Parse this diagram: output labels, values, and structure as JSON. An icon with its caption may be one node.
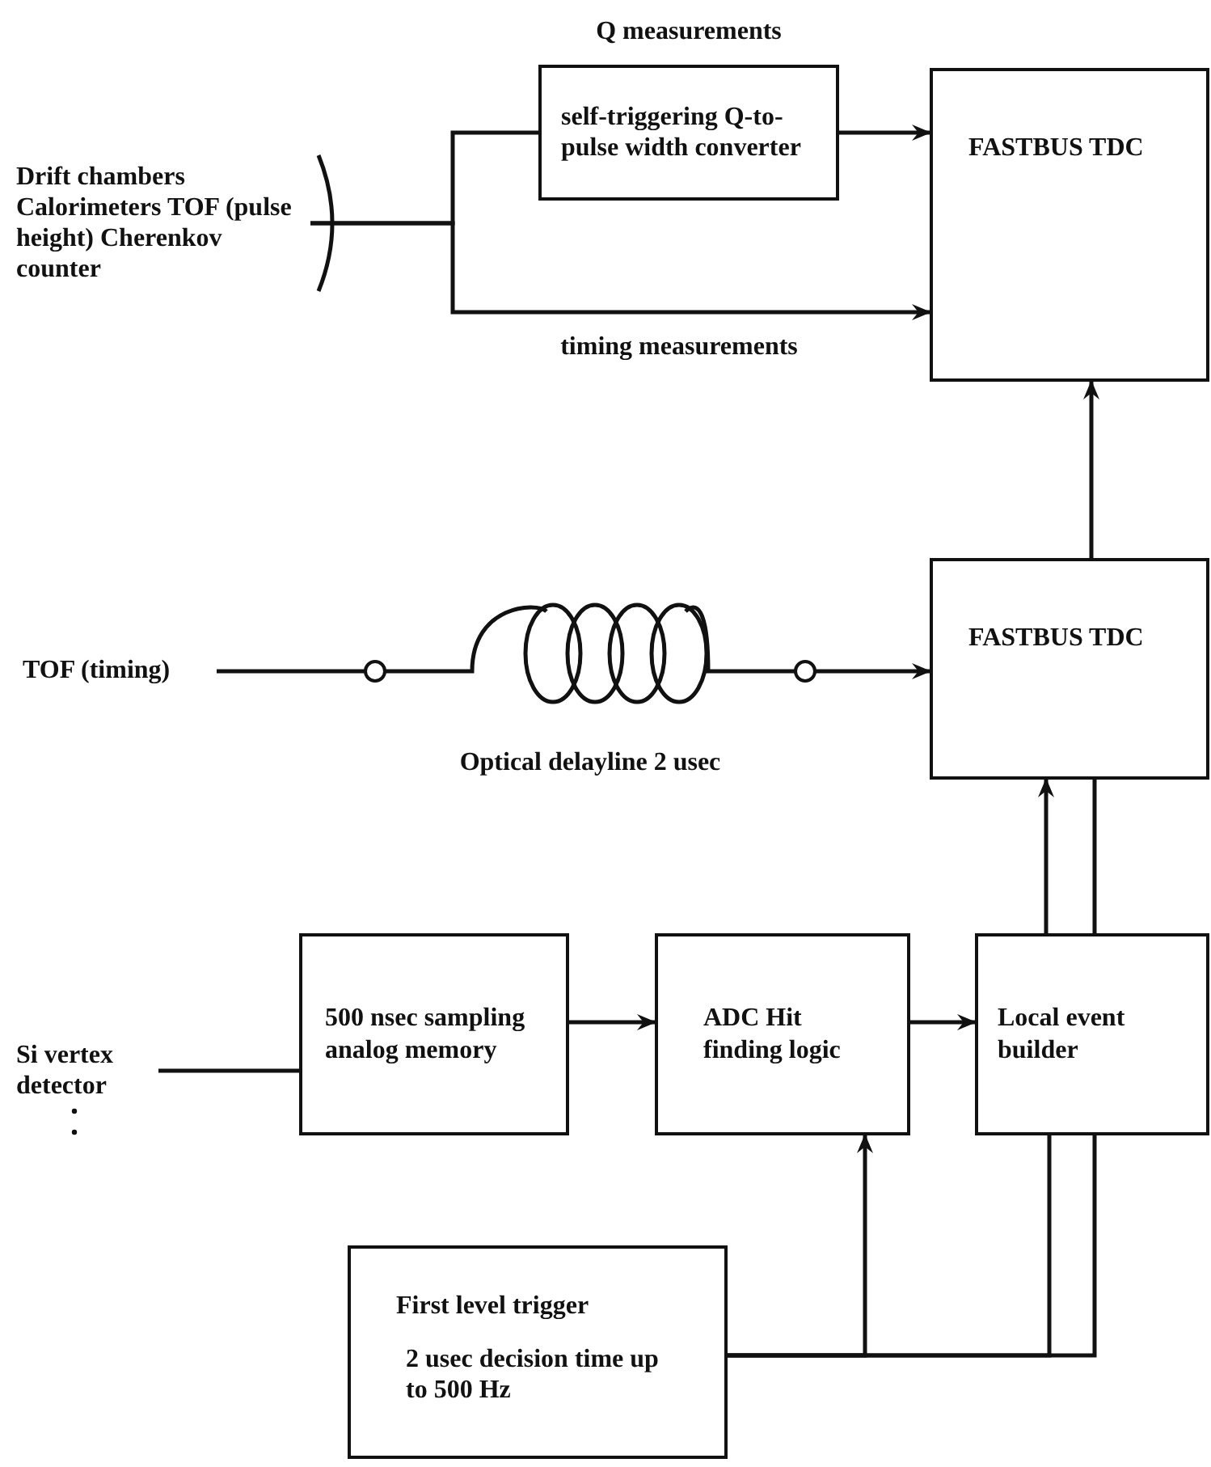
{
  "diagram": {
    "nodes": [
      {
        "text": [
          "Drift chambers Calorimeters TOF (pulse height) Cherenkov counter"
        ]
      },
      {
        "text": [
          "self-triggering Q-to-pulse width converter"
        ],
        "beside": [
          "Q measurements"
        ]
      },
      {
        "text": [
          "FASTBUS TDC"
        ]
      },
      {
        "text": [
          "TOF (timing)"
        ]
      },
      {
        "text": [],
        "shape": "coil",
        "beside": [
          "Optical delayline 2 usec"
        ]
      },
      {
        "text": [
          "FASTBUS TDC"
        ]
      },
      {
        "text": [
          "Si vertex detector"
        ]
      },
      {
        "text": [
          "500 nsec sampling analog memory"
        ]
      },
      {
        "text": [
          "ADC Hit finding logic"
        ]
      },
      {
        "text": [
          "Local event builder"
        ]
      },
      {
        "text": [
          "First level trigger",
          "2 usec decision time up to 500 Hz"
        ]
      }
    ],
    "edges": [
      {
        "from": 0,
        "to": 1,
        "arrow": "none"
      },
      {
        "from": 0,
        "to": 2,
        "arrow": "to",
        "label": "timing measurements"
      },
      {
        "from": 1,
        "to": 2,
        "arrow": "to"
      },
      {
        "from": 5,
        "to": 2,
        "arrow": "to"
      },
      {
        "from": 3,
        "to": 4,
        "arrow": "none"
      },
      {
        "from": 4,
        "to": 5,
        "arrow": "to"
      },
      {
        "from": 6,
        "to": 7,
        "arrow": "none"
      },
      {
        "from": 7,
        "to": 8,
        "arrow": "to"
      },
      {
        "from": 8,
        "to": 9,
        "arrow": "to"
      },
      {
        "from": 9,
        "to": 5,
        "arrow": "to"
      },
      {
        "from": 9,
        "to": 5,
        "arrow": "none"
      },
      {
        "from": 10,
        "to": 8,
        "arrow": "to"
      },
      {
        "from": 10,
        "to": 9,
        "arrow": "none"
      },
      {
        "from": 10,
        "to": 9,
        "arrow": "none"
      }
    ]
  }
}
